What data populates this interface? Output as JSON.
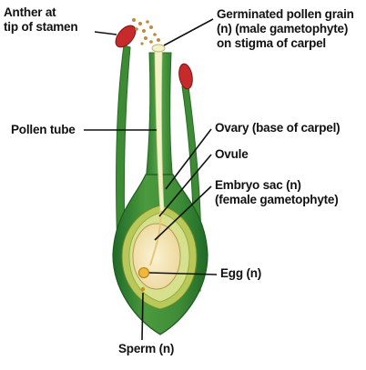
{
  "labels": {
    "anther": {
      "line1": "Anther at",
      "line2": "tip of stamen"
    },
    "pollen_grain": {
      "line1": "Germinated pollen grain",
      "line2": "(n) (male gametophyte)",
      "line3": "on stigma of carpel"
    },
    "pollen_tube": "Pollen tube",
    "ovary": "Ovary (base of carpel)",
    "ovule": "Ovule",
    "embryo_sac": {
      "line1": "Embryo sac (n)",
      "line2": "(female gametophyte)"
    },
    "egg": "Egg (n)",
    "sperm": "Sperm (n)"
  },
  "colors": {
    "stem_green": "#2f7d32",
    "pollen_tube_fill": "#f3f1c8",
    "ovule_wall": "#b8c95a",
    "embryo_sac_fill": "#f5e6b8",
    "egg": "#f0b83a",
    "anther": "#c72a2a",
    "pollen_dots": "#c08a3a"
  }
}
